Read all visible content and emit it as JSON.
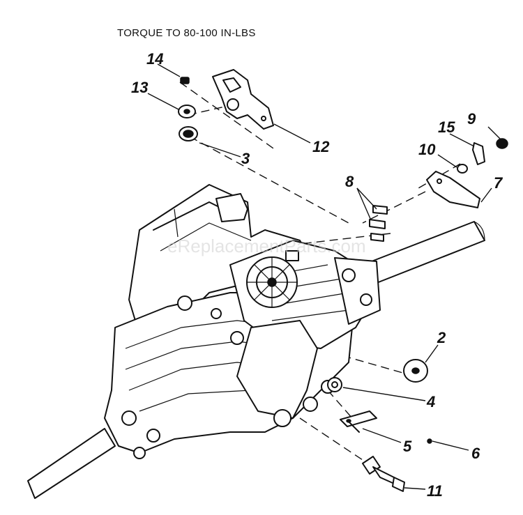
{
  "diagram": {
    "note": "TORQUE TO 80-100 IN-LBS",
    "watermark": "eReplacementParts.com",
    "callouts": [
      "14",
      "13",
      "3",
      "12",
      "15",
      "9",
      "10",
      "8",
      "7",
      "2",
      "4",
      "5",
      "6",
      "11"
    ]
  }
}
